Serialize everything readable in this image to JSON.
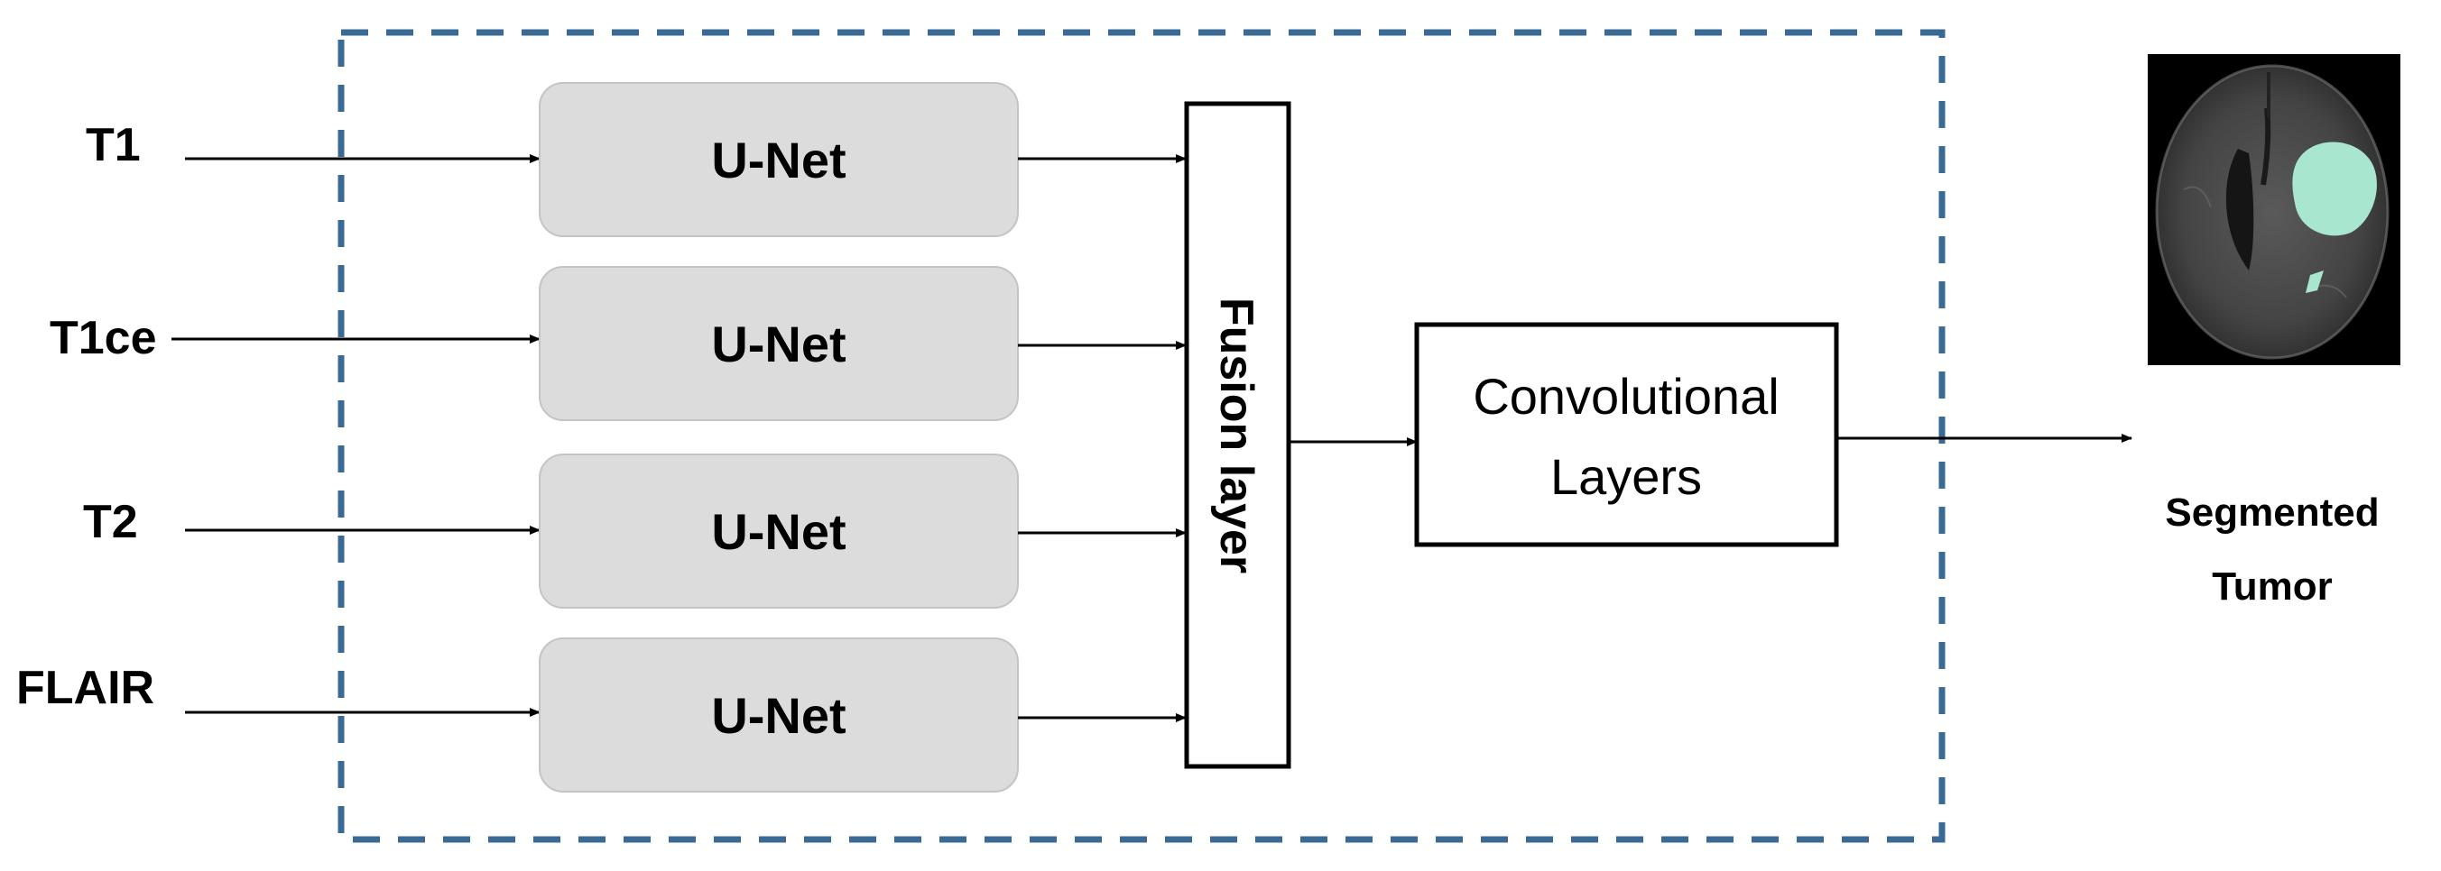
{
  "inputs": [
    {
      "label": "T1"
    },
    {
      "label": "T1ce"
    },
    {
      "label": "T2"
    },
    {
      "label": "FLAIR"
    }
  ],
  "unet": {
    "label": "U-Net"
  },
  "fusion": {
    "label": "Fusion layer"
  },
  "conv": {
    "line1": "Convolutional",
    "line2": "Layers"
  },
  "output": {
    "line1": "Segmented",
    "line2": "Tumor"
  },
  "colors": {
    "dashed_border": "#3a6a94",
    "unet_fill": "#dcdcdc",
    "unet_stroke": "#c4c4c4",
    "tumor": "#a8e6cf",
    "scan_background": "#000000"
  },
  "icons": {
    "scan": "brain-mri-scan-icon"
  }
}
